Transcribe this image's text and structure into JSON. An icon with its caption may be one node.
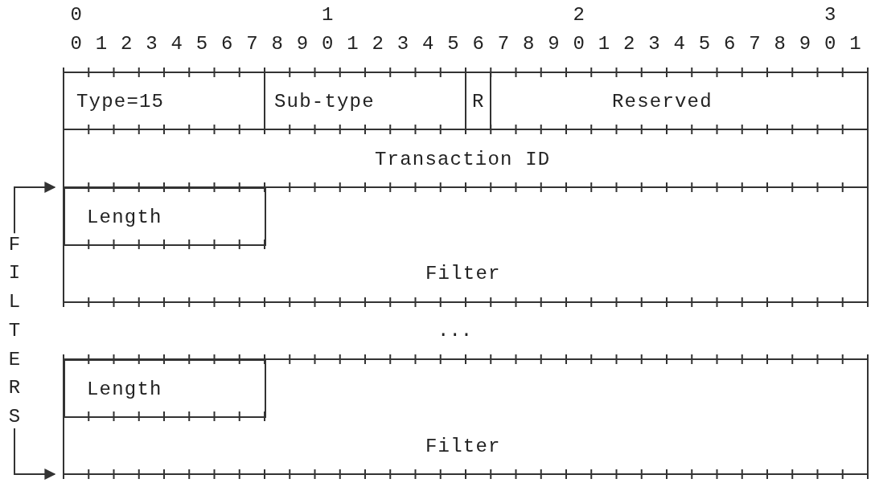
{
  "diagram": {
    "nodes": [
      {
        "text": [
          "Type=15"
        ]
      },
      {
        "text": [
          "Sub-type"
        ]
      },
      {
        "text": [
          "R"
        ]
      },
      {
        "text": [
          "Reserved"
        ]
      },
      {
        "text": [
          "Transaction ID"
        ]
      },
      {
        "text": [
          "Filter"
        ]
      },
      {
        "text": [
          "Length"
        ],
        "in": 5
      },
      {
        "text": [
          "Filter"
        ]
      },
      {
        "text": [
          "Length"
        ],
        "in": 7
      }
    ],
    "labels": [
      "0",
      "1",
      "2",
      "3",
      "0",
      "1",
      "2",
      "3",
      "4",
      "5",
      "6",
      "7",
      "8",
      "9",
      "0",
      "1",
      "2",
      "3",
      "4",
      "5",
      "6",
      "7",
      "8",
      "9",
      "0",
      "1",
      "2",
      "3",
      "4",
      "5",
      "6",
      "7",
      "8",
      "9",
      "0",
      "1",
      "...",
      "FILTERS"
    ]
  }
}
